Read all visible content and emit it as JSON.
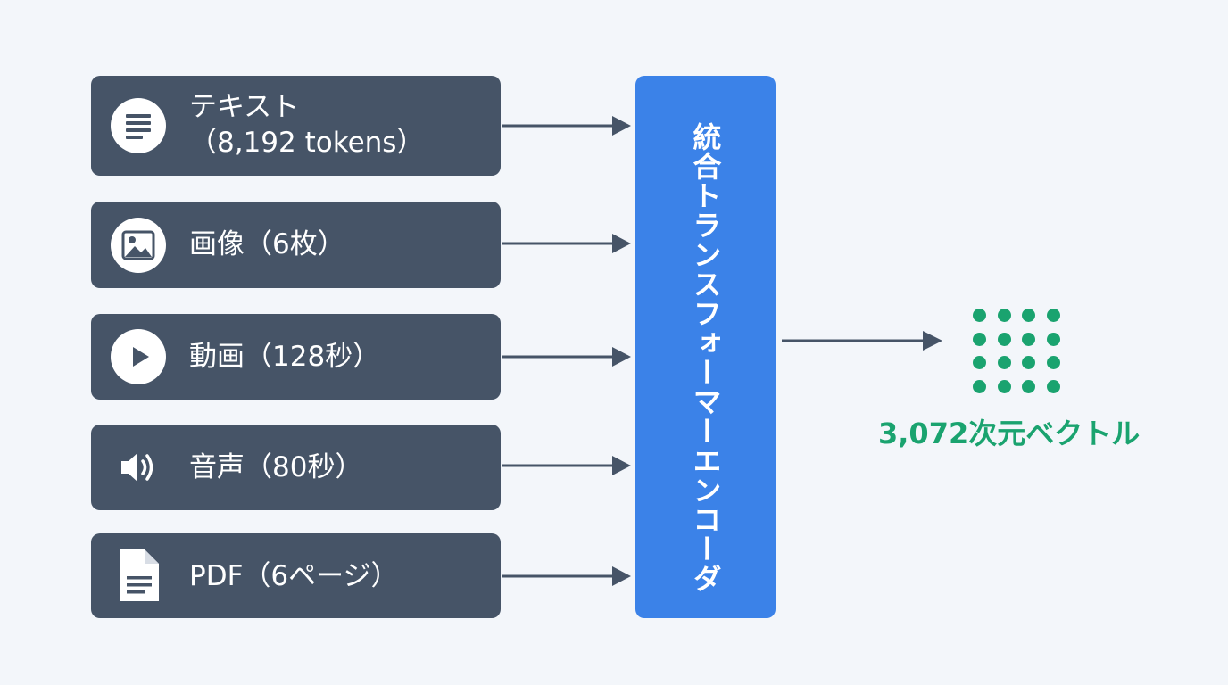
{
  "inputs": [
    {
      "icon": "document-lines-icon",
      "line1": "テキスト",
      "line2": "（8,192 tokens）"
    },
    {
      "icon": "image-icon",
      "line1": "画像（6枚）"
    },
    {
      "icon": "play-icon",
      "line1": "動画（128秒）"
    },
    {
      "icon": "speaker-icon",
      "line1": "音声（80秒）"
    },
    {
      "icon": "pdf-file-icon",
      "line1": "PDF（6ページ）"
    }
  ],
  "encoder": {
    "label": "統合トランスフォーマーエンコーダ"
  },
  "output": {
    "label": "3,072次元ベクトル",
    "icon": "vector-dots-icon"
  },
  "colors": {
    "background": "#f3f6fa",
    "input_box": "#465467",
    "encoder": "#3b82e8",
    "arrow": "#465467",
    "output": "#1aa36f"
  }
}
